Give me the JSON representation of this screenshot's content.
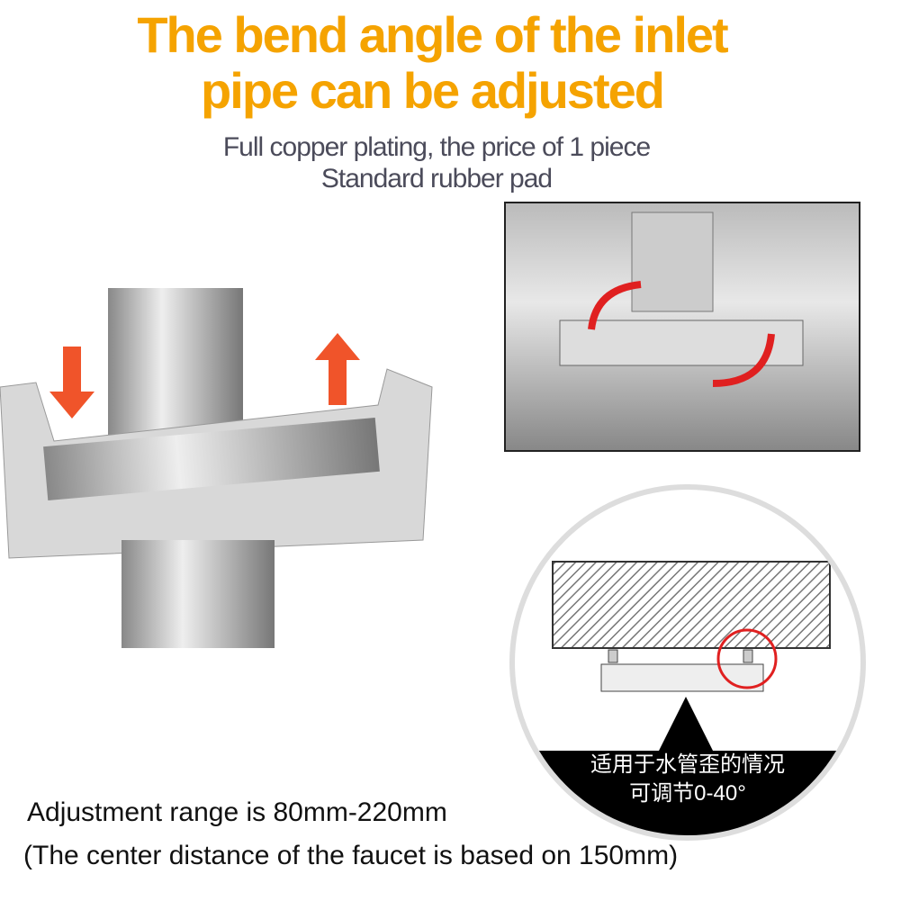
{
  "headline": [
    "The bend angle of the inlet",
    "pipe can be adjusted"
  ],
  "subheadline": [
    "Full copper plating, the price of 1 piece",
    "Standard rubber pad"
  ],
  "diagram_caption": [
    "适用于水管歪的情况",
    "可调节0-40°"
  ],
  "bottom_text": [
    "Adjustment range is 80mm-220mm",
    "(The center distance of the faucet is based on 150mm)"
  ],
  "colors": {
    "headline": "#f5a300",
    "arrow": "#f0542a",
    "highlight_circle": "#e02020"
  }
}
